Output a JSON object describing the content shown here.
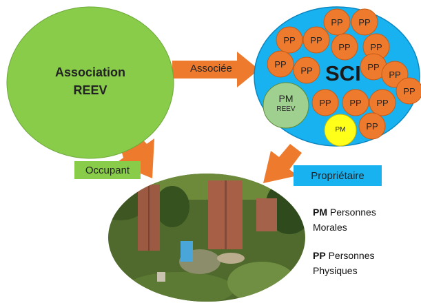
{
  "colors": {
    "green_circle": "#88cc4a",
    "sci_blue": "#19b2f0",
    "pp_orange": "#ee7a2e",
    "pm_reev": "#9fd08f",
    "pm_yellow": "#ffff1a",
    "arrow": "#ee7a2e",
    "occupant_tag": "#88cc4a",
    "proprietaire_tag": "#19b2f0"
  },
  "association": {
    "line1": "Association",
    "line2": "REEV"
  },
  "arrow_label": "Associée",
  "sci": {
    "title": "SCI",
    "pp_label": "PP",
    "pm_reev": {
      "line1": "PM",
      "line2": "REEV"
    },
    "pm_small": "PM"
  },
  "tags": {
    "occupant": "Occupant",
    "proprietaire": "Propriétaire"
  },
  "legend": {
    "pm_abbr": "PM",
    "pm_text1": "Personnes",
    "pm_text2": "Morales",
    "pp_abbr": "PP",
    "pp_text1": "Personnes",
    "pp_text2": "Physiques"
  }
}
